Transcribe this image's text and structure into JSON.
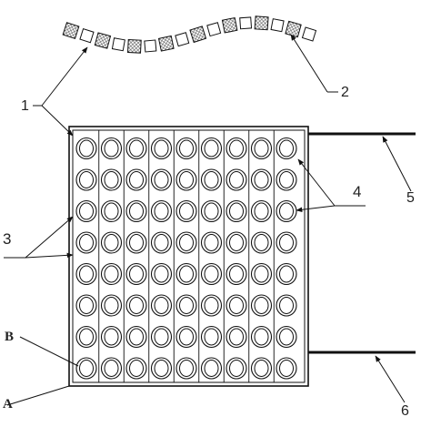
{
  "labels": {
    "l1": "1",
    "l2": "2",
    "l3": "3",
    "l4": "4",
    "l5": "5",
    "l6": "6",
    "lA": "A",
    "lB": "B"
  },
  "grid": {
    "rows": 8,
    "cols": 9
  },
  "colors": {
    "line": "#111111",
    "hatch": "#555555",
    "background": "#ffffff"
  }
}
